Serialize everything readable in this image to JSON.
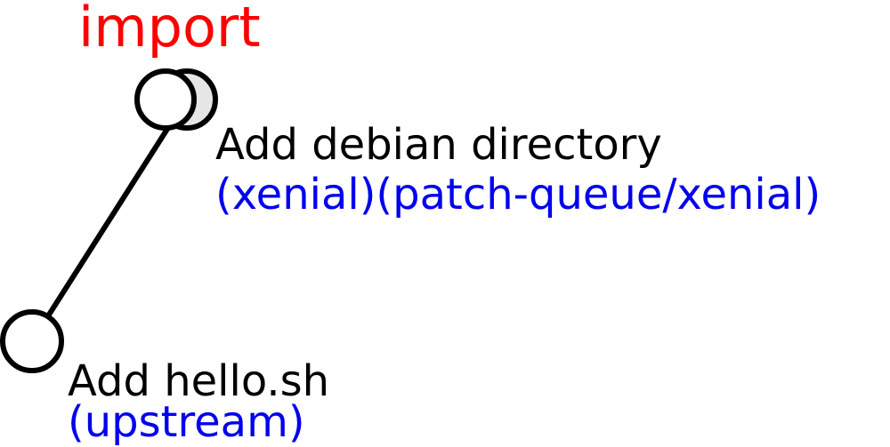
{
  "colors": {
    "tag": "#ff0000",
    "message": "#000000",
    "refs": "#0000ee",
    "node_fill": "#ffffff",
    "shadow_fill": "#e6e6e6",
    "stroke": "#000000"
  },
  "tag": {
    "label": "import"
  },
  "commits": [
    {
      "message": "Add hello.sh",
      "refs": "(upstream)"
    },
    {
      "message": "Add debian directory",
      "refs": "(xenial)(patch-queue/xenial)"
    }
  ]
}
